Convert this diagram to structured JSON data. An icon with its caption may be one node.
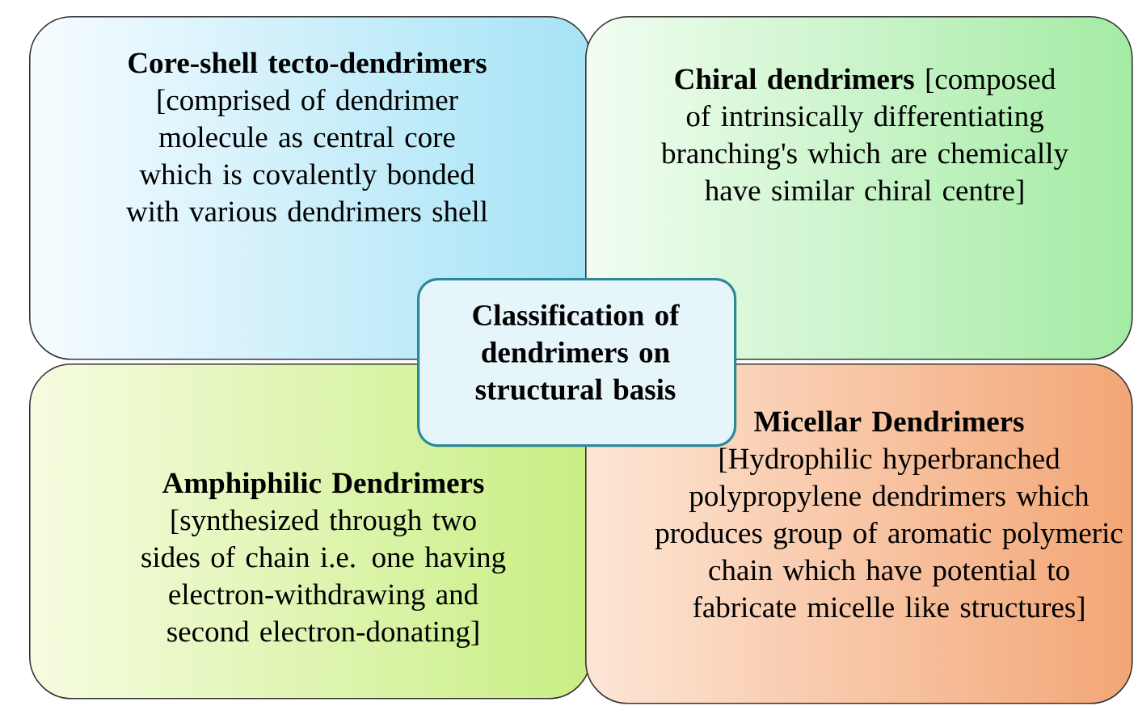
{
  "diagram": {
    "nodes": [
      {
        "text": [
          "Core-shell tecto-dendrimers",
          "[comprised of dendrimer molecule as central core which is covalently bonded with various dendrimers shell"
        ]
      },
      {
        "text": [
          "Chiral dendrimers",
          "[composed of intrinsically differentiating branching's which are chemically have similar chiral centre]"
        ]
      },
      {
        "text": [
          "Classification of dendrimers on structural basis"
        ]
      },
      {
        "text": [
          "Amphiphilic Dendrimers",
          "[synthesized through two sides of chain i.e. one having electron-withdrawing and second electron-donating]"
        ]
      },
      {
        "text": [
          "Micellar Dendrimers",
          "[Hydrophilic hyperbranched polypropylene dendrimers which produces group of aromatic polymeric chain which have potential to fabricate micelle like structures]"
        ]
      }
    ],
    "edges": []
  }
}
